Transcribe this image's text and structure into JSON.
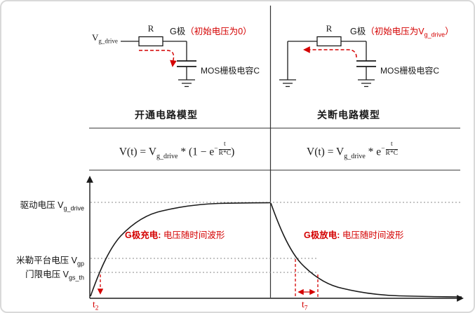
{
  "colors": {
    "accent_red": "#d40000",
    "ink": "#1a1a1a",
    "dotted_gray": "#8a8a8a",
    "border_gray": "#d9d9d9"
  },
  "circuit_left": {
    "source_v": "V",
    "source_sub": "g_drive",
    "resistor": "R",
    "gate": "G极",
    "gate_note": "（初始电压为0）",
    "cap": "MOS栅极电容C",
    "title": "开通电路模型"
  },
  "circuit_right": {
    "resistor": "R",
    "gate": "G极",
    "gate_note_pre": "（初始电压为V",
    "gate_note_sub": "g_drive",
    "gate_note_post": "）",
    "cap": "MOS栅极电容C",
    "title": "关断电路模型"
  },
  "formula_left": {
    "lhs": "V(t) = V",
    "lhs_sub": "g_drive",
    "mid": " * (1 − e",
    "exp_sign": "−",
    "exp_num": "t",
    "exp_den": "R*C",
    "close": ")"
  },
  "formula_right": {
    "lhs": "V(t) = V",
    "lhs_sub": "g_drive",
    "mid": " * e",
    "exp_sign": "−",
    "exp_num": "t",
    "exp_den": "R*C"
  },
  "waveform": {
    "type": "line",
    "description": "exponential RC gate charge curve rising to V_g_drive on left half, exponential discharge curve falling to 0 on right half",
    "y_labels": {
      "drive_text": "驱动电压 V",
      "drive_sub": "g_drive",
      "miller_text": "米勒平台电压 V",
      "miller_sub": "gp",
      "threshold_text": "门限电压 V",
      "threshold_sub": "gs_th"
    },
    "charge_label_bold": "G极充电:",
    "charge_label_rest": " 电压随时间波形",
    "discharge_label_bold": "G极放电:",
    "discharge_label_rest": " 电压随时间波形",
    "t2_base": "t",
    "t2_sub": "2",
    "t7_base": "t",
    "t7_sub": "7"
  }
}
